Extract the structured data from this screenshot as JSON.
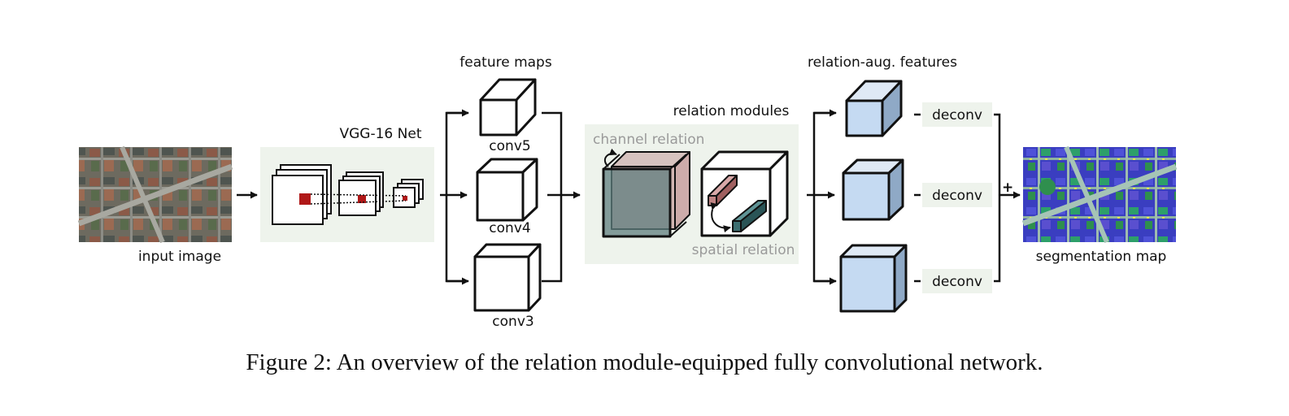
{
  "labels": {
    "input_image": "input image",
    "vgg": "VGG-16 Net",
    "feature_maps": "feature maps",
    "conv5": "conv5",
    "conv4": "conv4",
    "conv3": "conv3",
    "relation_modules": "relation modules",
    "channel_relation": "channel relation",
    "spatial_relation": "spatial relation",
    "relation_aug": "relation-aug. features",
    "deconv": "deconv",
    "plus": "+",
    "segmentation_map": "segmentation map"
  },
  "caption": "Figure 2: An overview of the relation module-equipped fully convolutional network.",
  "colors": {
    "panel": "#eef3ec",
    "blue_front": "#c5daf2",
    "blue_side": "#8fa9c6",
    "red_patch": "#b01818",
    "channel_pink": "#c49a9a",
    "channel_teal": "#5f7f7f",
    "spatial_pink": "#c08585",
    "spatial_teal": "#3d6e70"
  }
}
